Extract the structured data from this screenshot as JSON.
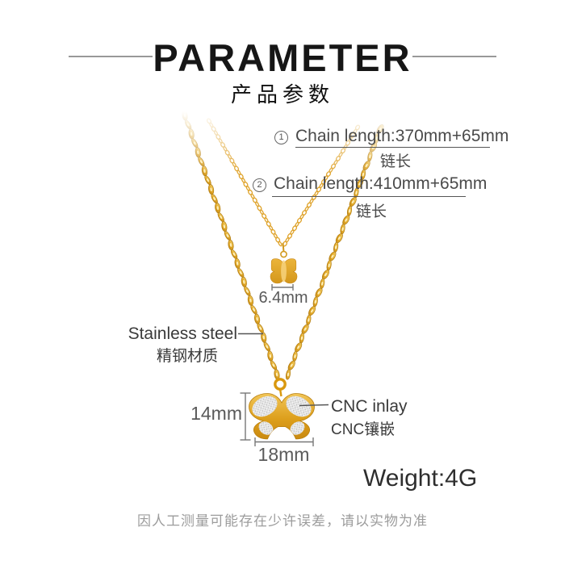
{
  "header": {
    "title": "PARAMETER",
    "subtitle": "产品参数"
  },
  "annotations": {
    "chain1": {
      "num": "1",
      "label": "Chain length:370mm+65mm",
      "label_cn": "链长"
    },
    "chain2": {
      "num": "2",
      "label": "Chain length:410mm+65mm",
      "label_cn": "链长"
    },
    "material": {
      "en": "Stainless steel",
      "cn": "精钢材质"
    },
    "inlay": {
      "en": "CNC inlay",
      "cn": "CNC镶嵌"
    },
    "small_pendant_width": "6.4mm",
    "big_pendant_height": "14mm",
    "big_pendant_width": "18mm",
    "weight": "Weight:4G",
    "disclaimer": "因人工测量可能存在少许误差，请以实物为准"
  },
  "colors": {
    "gold": "#DFA32B",
    "gold_light": "#F6D878",
    "gold_dark": "#B07D15",
    "pave_silver": "#ECECEC",
    "text_dark": "#4a4a4a",
    "text_gray": "#9c9c9c",
    "line_gray": "#565656"
  }
}
